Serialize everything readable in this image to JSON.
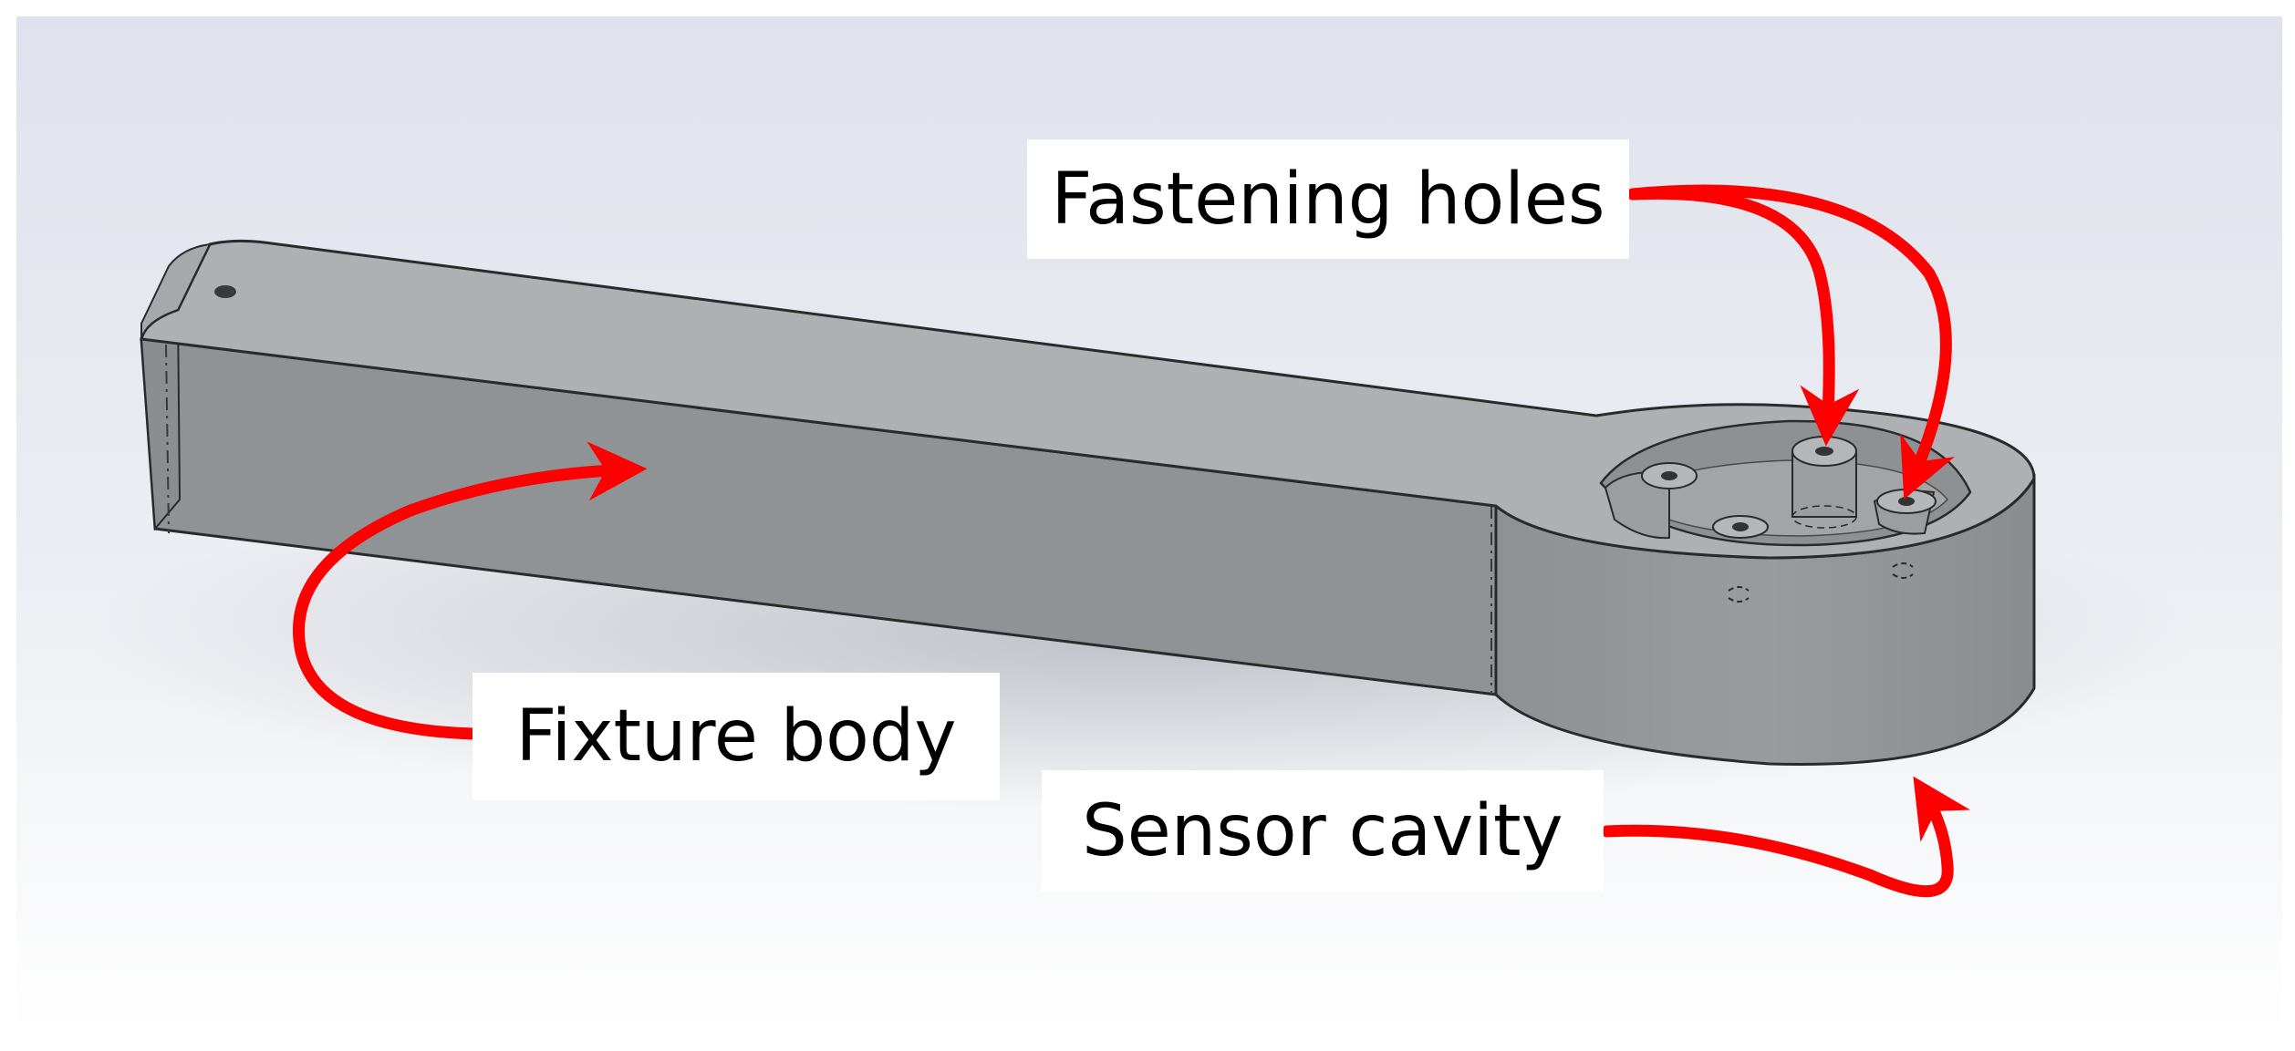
{
  "labels": {
    "fastening_holes": "Fastening holes",
    "fixture_body": "Fixture body",
    "sensor_cavity": "Sensor cavity"
  },
  "colors": {
    "arrow": "#ff0000",
    "background_top": "#dfe2ec",
    "background_bottom": "#ffffff",
    "part_top_face": "#aeb0b3",
    "part_front_face": "#909396",
    "part_edge": "#2a2a2a",
    "label_background": "#ffffff",
    "label_text": "#000000"
  }
}
